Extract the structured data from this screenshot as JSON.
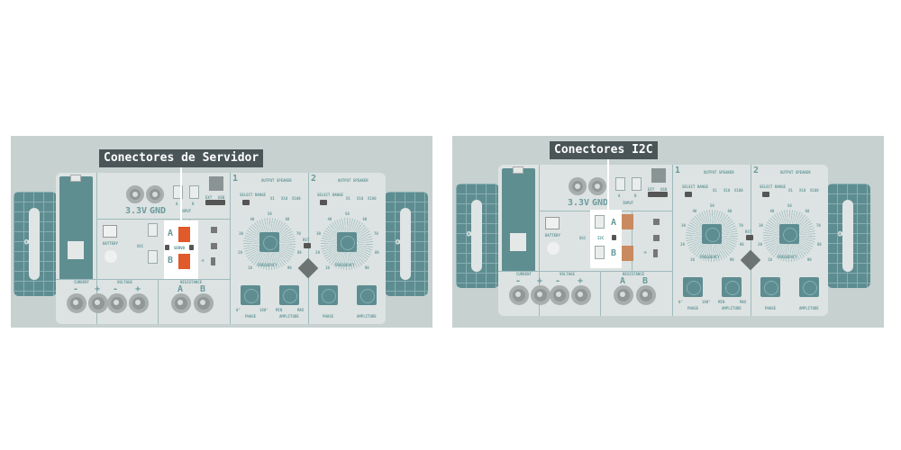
{
  "panels": [
    {
      "title": "Conectores de Servidor",
      "highlight": "servo-connectors"
    },
    {
      "title": "Conectores I2C",
      "highlight": "i2c-connectors"
    }
  ],
  "board": {
    "power": [
      "3.3V",
      "GND"
    ],
    "input_label": "INPUT",
    "input_a": "A",
    "input_b": "B",
    "battery": "BATTERY",
    "osc": "OSC",
    "servo": "SERVO",
    "i2c": "I2C",
    "conn_a": "A",
    "conn_b": "B",
    "ext": "EXT",
    "usb": "USB",
    "current": "CURRENT",
    "voltage": "VOLTAGE",
    "resistance": "RESISTANCE",
    "minus": "-",
    "plus": "+",
    "res_a": "A",
    "res_b": "B",
    "ch1": "1",
    "ch2": "2",
    "output_speaker": "OUTPUT SPEAKER",
    "select_range": "SELECT RANGE",
    "x1": "X1",
    "x10": "X10",
    "x100": "X100",
    "frequency": "FREQUENCY",
    "rst": "RST",
    "phase": "PHASE",
    "amplitude": "AMPLITUDE",
    "deg0": "0°",
    "deg180": "180°",
    "min": "MIN",
    "max": "MAX",
    "dial_ticks": [
      "10",
      "20",
      "30",
      "40",
      "50",
      "60",
      "70",
      "80",
      "90"
    ]
  },
  "colors": {
    "background": "#c6d1d0",
    "board": "#dde3e2",
    "teal": "#5e8d91",
    "label_bg": "#4a5558",
    "servo_connector": "#e05a2a",
    "highlight": "#ffffff"
  }
}
